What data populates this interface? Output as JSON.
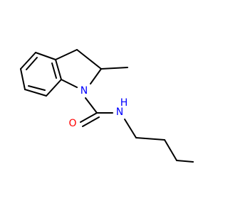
{
  "molecule": {
    "atoms": {
      "ring_nitrogen": {
        "label": "N",
        "color": "#0000ff"
      },
      "amide_nitrogen": {
        "label": "N",
        "color": "#0000ff"
      },
      "amide_hydrogen": {
        "label": "H",
        "color": "#0000ff"
      },
      "carbonyl_oxygen": {
        "label": "O",
        "color": "#ff0000"
      }
    },
    "bond_color": "#000000"
  }
}
